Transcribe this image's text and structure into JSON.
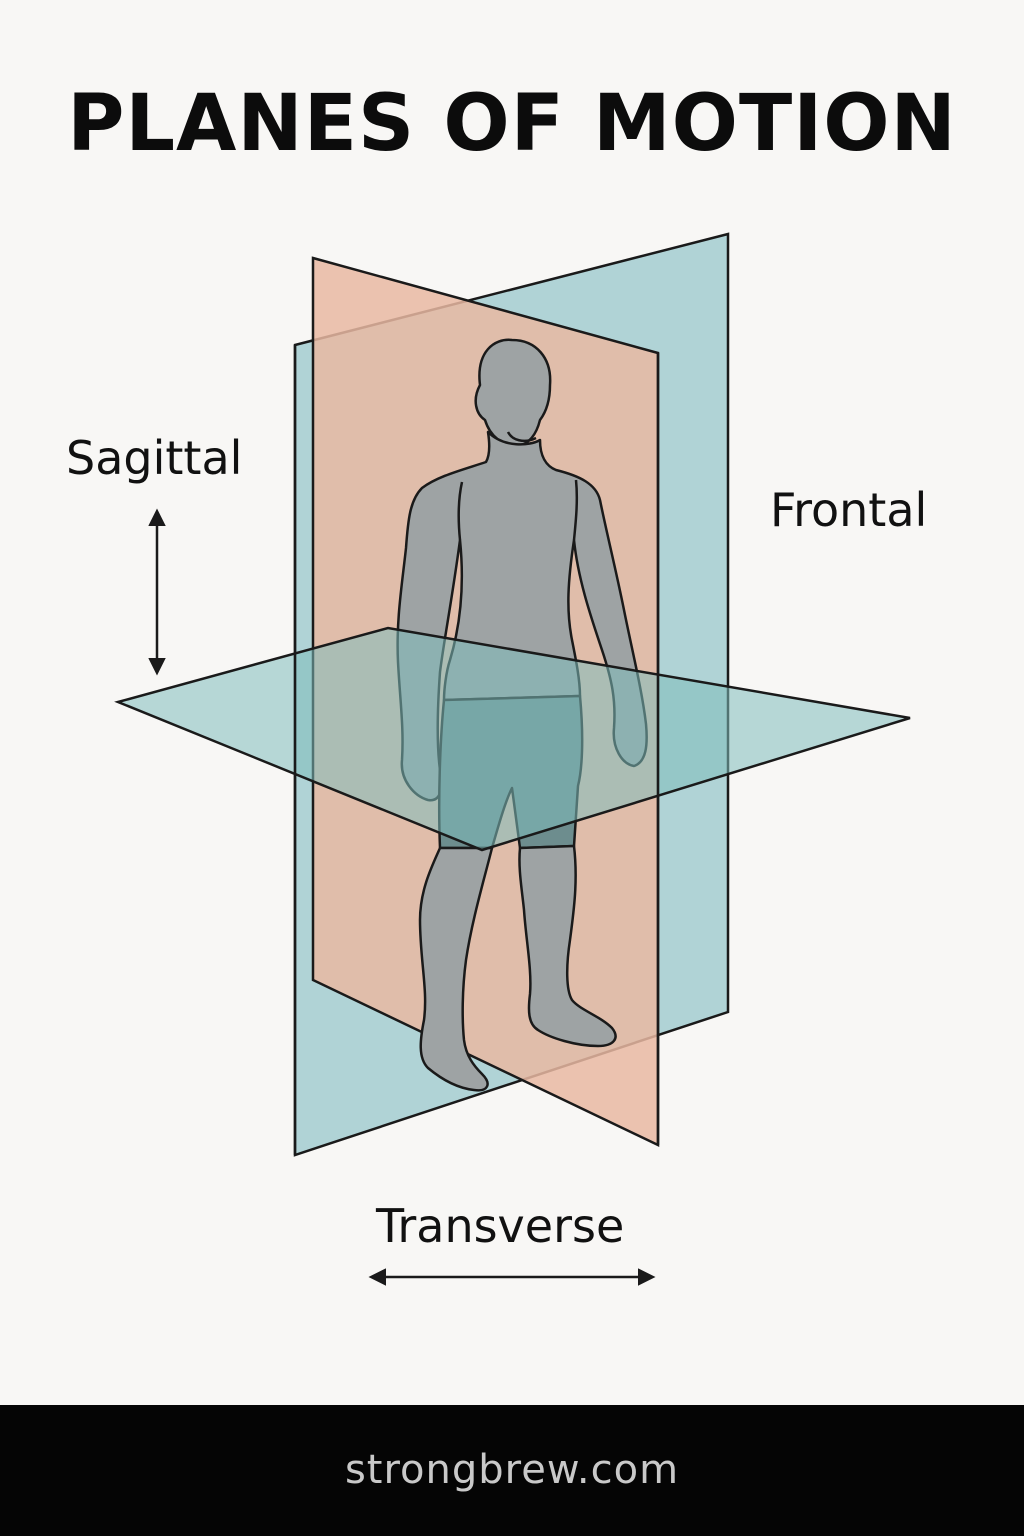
{
  "title": "PLANES OF MOTION",
  "labels": {
    "sagittal": "Sagittal",
    "frontal": "Frontal",
    "transverse": "Transverse"
  },
  "footer": {
    "site": "strongbrew.com"
  },
  "colors": {
    "background": "#f8f7f5",
    "frontal_plane": "#a9cfd2",
    "sagittal_plane": "#e9b9a2",
    "transverse_plane": "#7fbdbc",
    "figure_body": "#9ea3a4",
    "figure_shorts": "#6d8d8e",
    "outline": "#1a1a1a",
    "footer_bg": "#050505",
    "footer_text": "#c9c9c9"
  },
  "icons": {
    "sagittal_arrow": "vertical-double-arrow-icon",
    "transverse_arrow": "horizontal-double-arrow-icon"
  }
}
